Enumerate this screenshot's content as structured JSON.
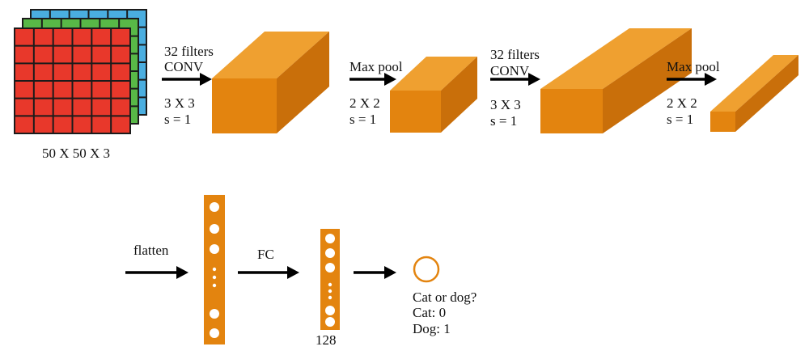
{
  "colors": {
    "block_front": "#e3840f",
    "block_top": "#efa030",
    "block_side": "#c96f0a",
    "grid_red": "#e8382b",
    "grid_green": "#58b847",
    "grid_blue": "#4aaee0",
    "grid_line": "#1b1b1b",
    "arrow": "#000000",
    "output_ring": "#e3840f",
    "dot": "#ffffff"
  },
  "input": {
    "label": "50 X 50 X 3"
  },
  "stage1": {
    "filters": "32 filters",
    "op": "CONV",
    "kernel": "3 X 3",
    "stride": "s = 1"
  },
  "stage2": {
    "op": "Max pool",
    "kernel": "2 X 2",
    "stride": "s = 1"
  },
  "stage3": {
    "filters": "32 filters",
    "op": "CONV",
    "kernel": "3 X 3",
    "stride": "s = 1"
  },
  "stage4": {
    "op": "Max pool",
    "kernel": "2 X 2",
    "stride": "s = 1"
  },
  "flatten": {
    "label": "flatten"
  },
  "fc": {
    "label": "FC",
    "size": "128"
  },
  "output": {
    "question": "Cat or dog?",
    "cat": "Cat: 0",
    "dog": "Dog: 1"
  }
}
